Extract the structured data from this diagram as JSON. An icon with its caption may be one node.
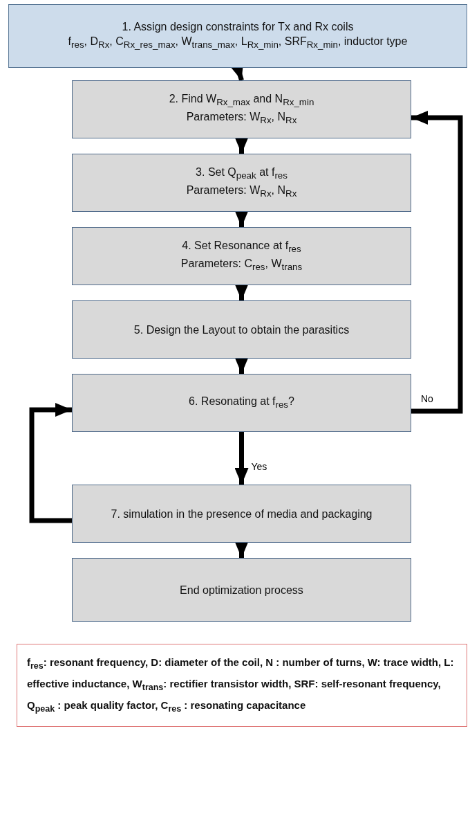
{
  "diagram": {
    "nodes": [
      {
        "text": [
          "1. Assign design constraints for Tx and Rx coils",
          "f$_{res}$, D$_{Rx}$, C$_{Rx_res_max}$, W$_{trans_max}$, L$_{Rx_min}$, SRF$_{Rx_min}$, inductor type"
        ]
      },
      {
        "text": [
          "2. Find W$_{Rx_max}$ and N$_{Rx_min}$",
          "Parameters: W$_{Rx}$, N$_{Rx}$"
        ]
      },
      {
        "text": [
          "3. Set Q$_{peak}$ at f$_{res}$",
          "Parameters: W$_{Rx}$, N$_{Rx}$"
        ]
      },
      {
        "text": [
          "4. Set Resonance at f$_{res}$",
          "Parameters: C$_{res}$, W$_{trans}$"
        ]
      },
      {
        "text": [
          "5. Design the Layout to obtain the parasitics"
        ]
      },
      {
        "text": [
          "6. Resonating at f$_{res}$?"
        ]
      },
      {
        "text": [
          "7. simulation in the presence of media and packaging"
        ]
      },
      {
        "text": [
          "End optimization process"
        ]
      },
      {
        "text": [
          "f$_{res}$: resonant frequency, D: diameter of the coil, N : number of turns, W: trace width, L: effective inductance, W$_{trans}$: rectifier transistor width, SRF: self-resonant frequency, Q$_{peak}$ : peak quality factor, C$_{res}$ : resonating capacitance"
        ]
      }
    ],
    "edges": [
      {
        "from": 0,
        "to": 1,
        "arrow": "to"
      },
      {
        "from": 1,
        "to": 2,
        "arrow": "to"
      },
      {
        "from": 2,
        "to": 3,
        "arrow": "to"
      },
      {
        "from": 3,
        "to": 4,
        "arrow": "to"
      },
      {
        "from": 4,
        "to": 5,
        "arrow": "to"
      },
      {
        "from": 5,
        "to": 6,
        "arrow": "to",
        "label": "Yes"
      },
      {
        "from": 6,
        "to": 7,
        "arrow": "to"
      },
      {
        "from": 5,
        "to": 1,
        "arrow": "to",
        "label": "No"
      },
      {
        "from": 6,
        "to": 5,
        "arrow": "to"
      }
    ]
  }
}
